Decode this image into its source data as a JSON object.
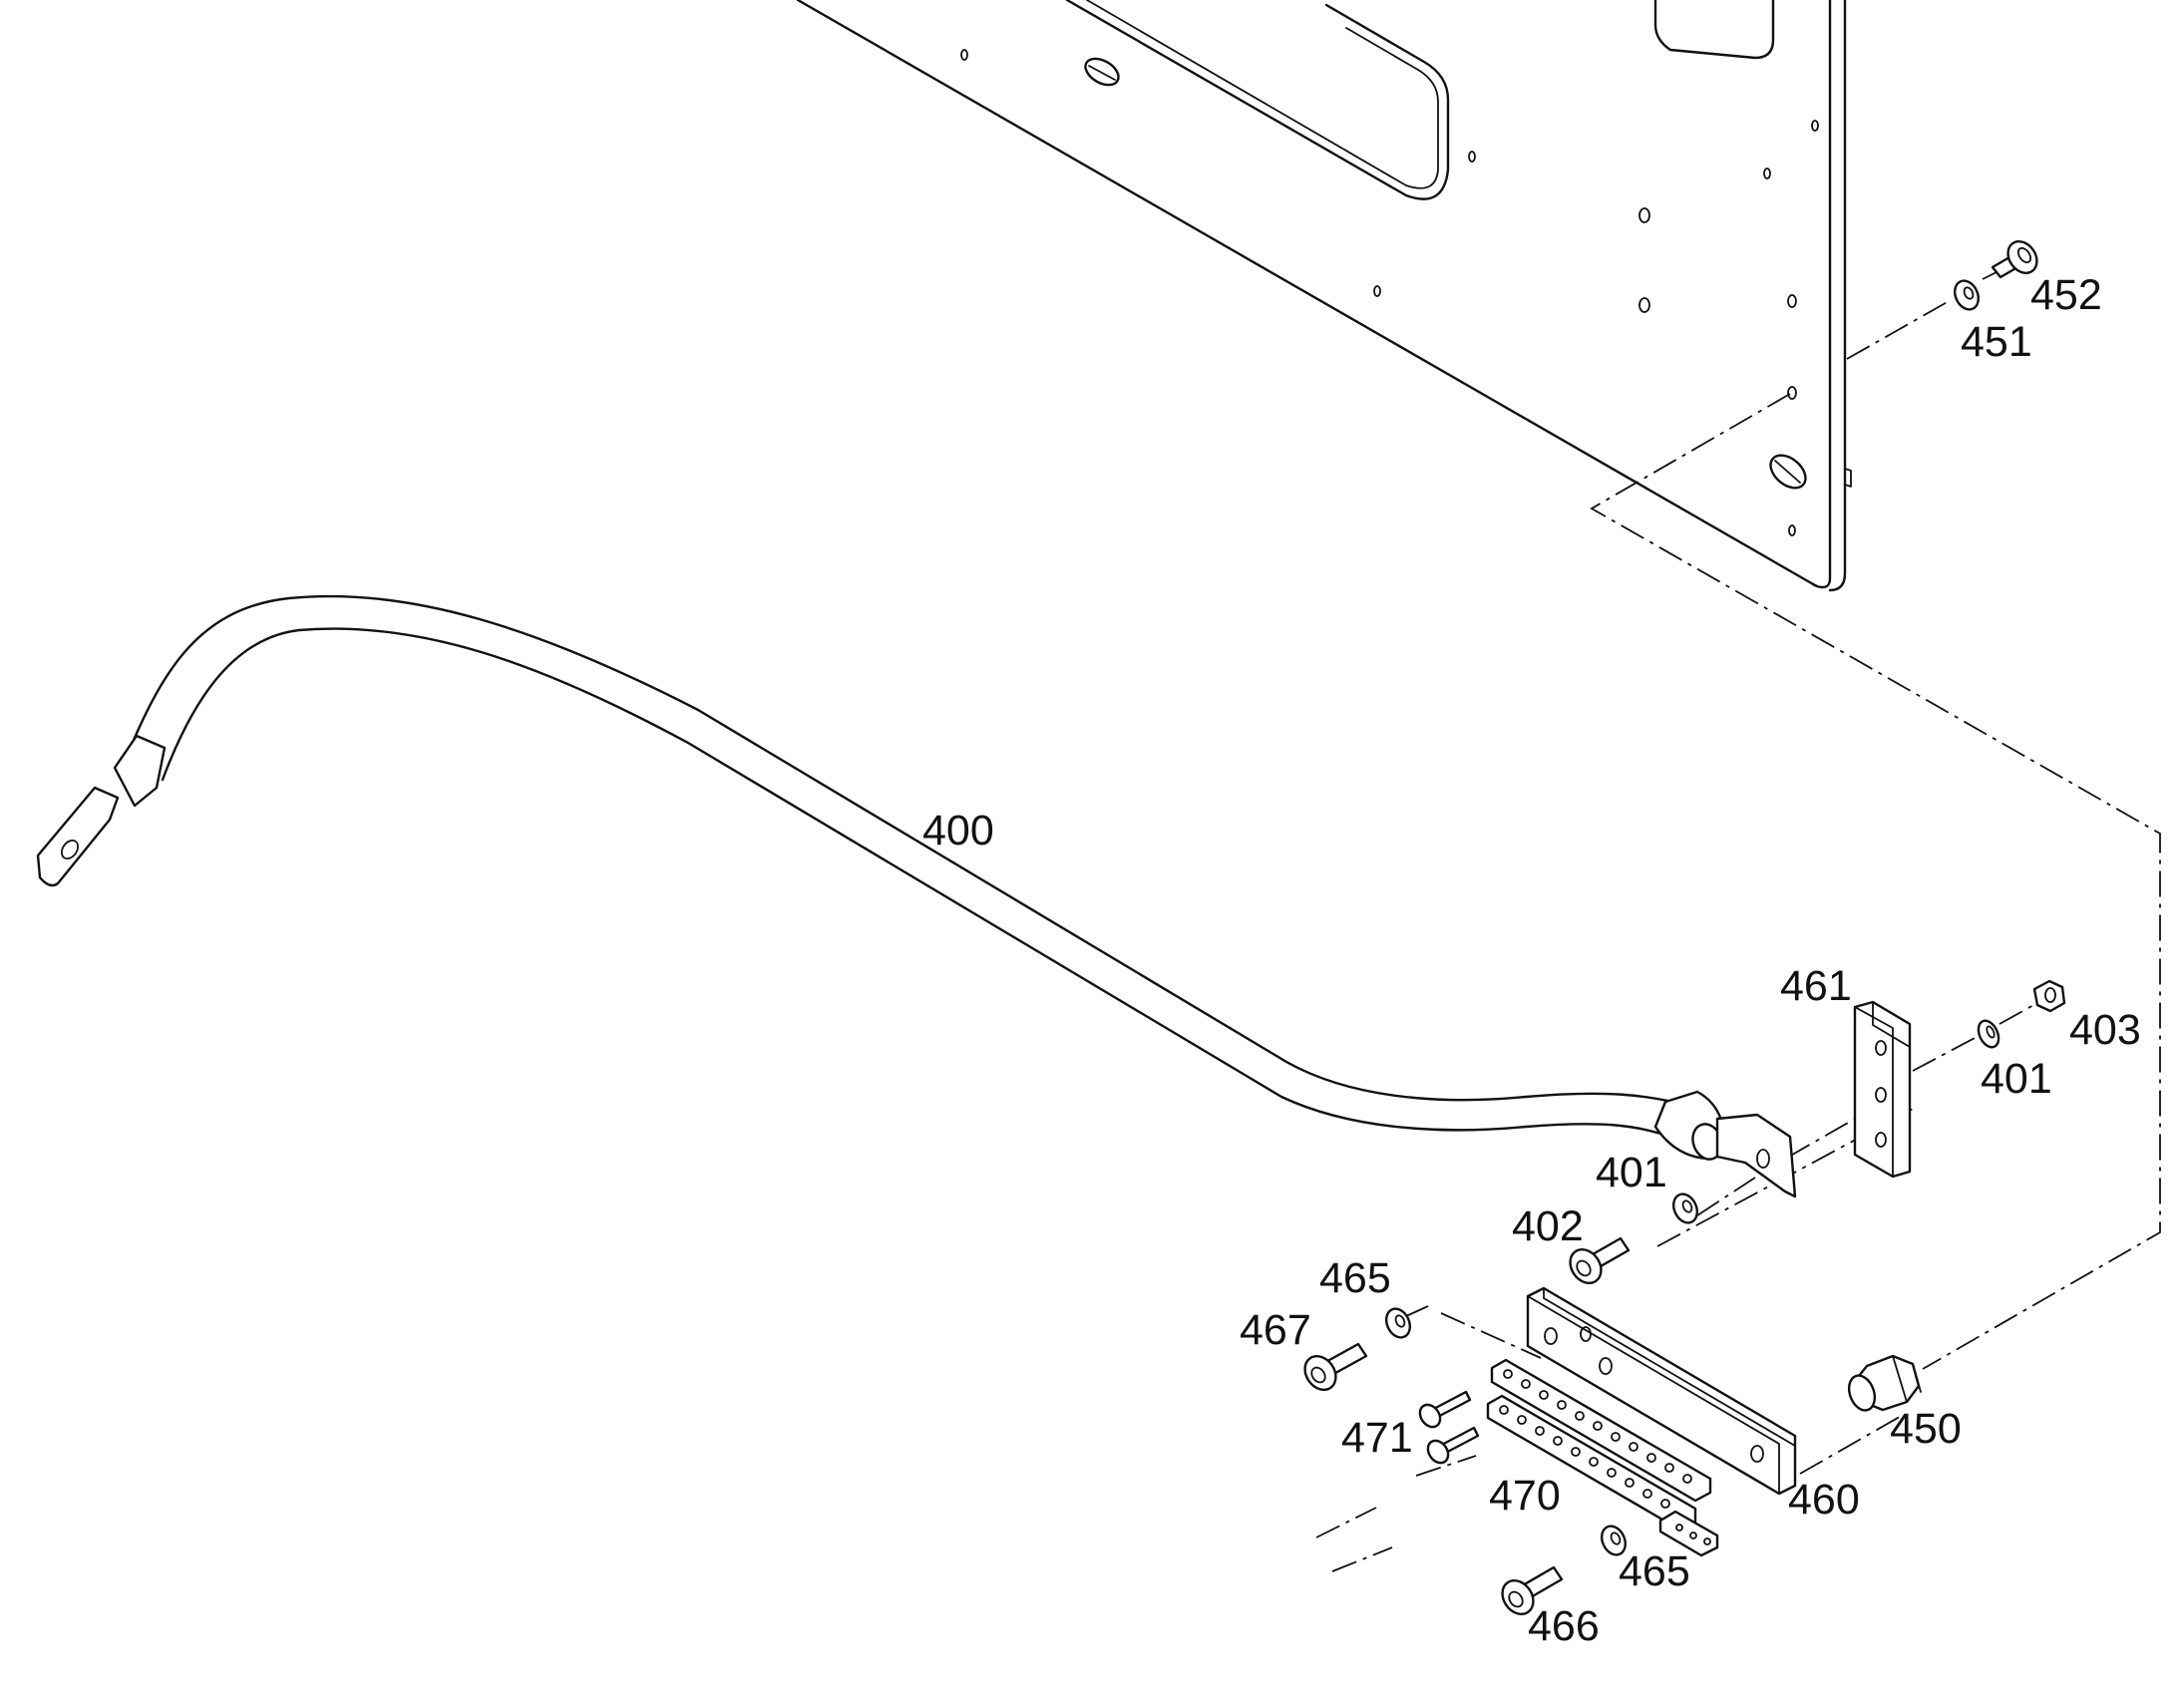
{
  "labels": {
    "p400": "400",
    "p401a": "401",
    "p401b": "401",
    "p402": "402",
    "p403": "403",
    "p450": "450",
    "p451": "451",
    "p452": "452",
    "p460": "460",
    "p461": "461",
    "p465a": "465",
    "p465b": "465",
    "p466": "466",
    "p467": "467",
    "p470": "470",
    "p471": "471"
  },
  "colors": {
    "line": "#111111",
    "background": "#ffffff"
  }
}
